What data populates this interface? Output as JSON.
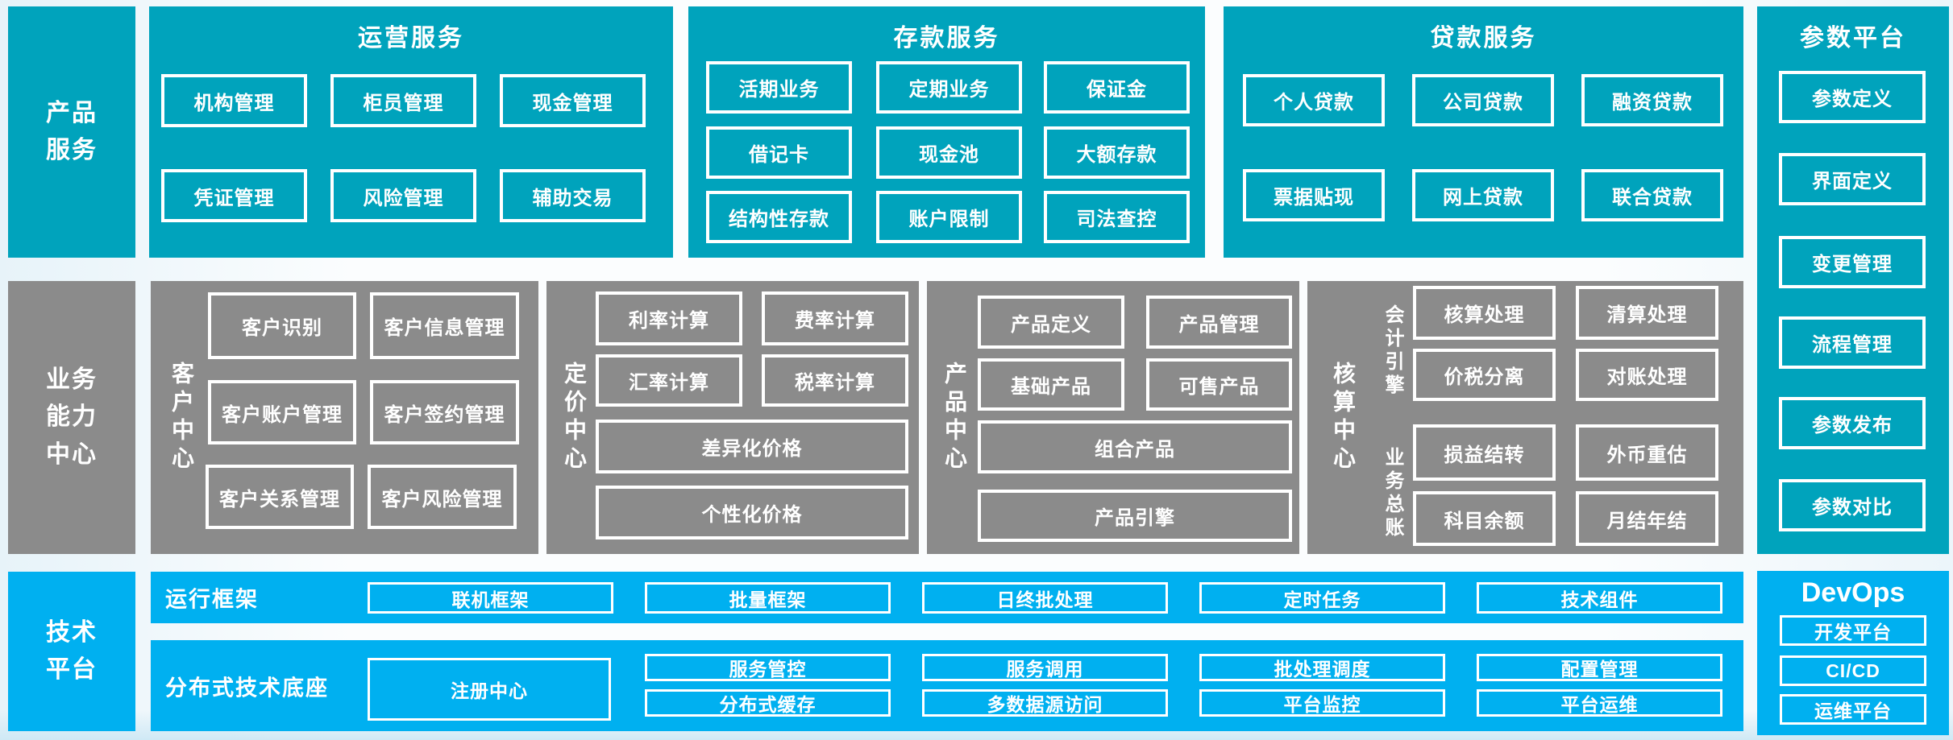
{
  "palette": {
    "teal": "#00a3bc",
    "gray": "#8b8b8b",
    "blue": "#00b0f0",
    "box_border": "#ffffff",
    "background_tint": "#cfe9f5"
  },
  "products": {
    "sidebar": {
      "lines": [
        "产品",
        "服务"
      ]
    },
    "ops": {
      "title": "运营服务",
      "items": [
        "机构管理",
        "柜员管理",
        "现金管理",
        "凭证管理",
        "风险管理",
        "辅助交易"
      ]
    },
    "deposit": {
      "title": "存款服务",
      "items": [
        "活期业务",
        "定期业务",
        "保证金",
        "借记卡",
        "现金池",
        "大额存款",
        "结构性存款",
        "账户限制",
        "司法查控"
      ]
    },
    "loan": {
      "title": "贷款服务",
      "items": [
        "个人贷款",
        "公司贷款",
        "融资贷款",
        "票据贴现",
        "网上贷款",
        "联合贷款"
      ]
    }
  },
  "capability": {
    "sidebar": {
      "lines": [
        "业务",
        "能力",
        "中心"
      ]
    },
    "customer": {
      "label": "客户中心",
      "items": [
        "客户识别",
        "客户信息管理",
        "客户账户管理",
        "客户签约管理",
        "客户关系管理",
        "客户风险管理"
      ]
    },
    "pricing": {
      "label": "定价中心",
      "items": [
        "利率计算",
        "费率计算",
        "汇率计算",
        "税率计算"
      ],
      "wide": [
        "差异化价格",
        "个性化价格"
      ]
    },
    "product_center": {
      "label": "产品中心",
      "items": [
        "产品定义",
        "产品管理",
        "基础产品",
        "可售产品"
      ],
      "wide": [
        "组合产品",
        "产品引擎"
      ]
    },
    "accounting": {
      "label": "核算中心",
      "groups": [
        {
          "label": "会计引擎",
          "items": [
            "核算处理",
            "清算处理",
            "价税分离",
            "对账处理"
          ]
        },
        {
          "label": "业务总账",
          "items": [
            "损益结转",
            "外币重估",
            "科目余额",
            "月结年结"
          ]
        }
      ]
    }
  },
  "tech": {
    "sidebar": {
      "lines": [
        "技术",
        "平台"
      ]
    },
    "runtime": {
      "label": "运行框架",
      "items": [
        "联机框架",
        "批量框架",
        "日终批处理",
        "定时任务",
        "技术组件"
      ]
    },
    "distributed": {
      "label": "分布式技术底座",
      "registry": "注册中心",
      "columns": [
        [
          "服务管控",
          "分布式缓存"
        ],
        [
          "服务调用",
          "多数据源访问"
        ],
        [
          "批处理调度",
          "平台监控"
        ],
        [
          "配置管理",
          "平台运维"
        ]
      ]
    }
  },
  "right": {
    "param": {
      "title": "参数平台",
      "items": [
        "参数定义",
        "界面定义",
        "变更管理",
        "流程管理",
        "参数发布",
        "参数对比"
      ]
    },
    "devops": {
      "title": "DevOps",
      "items": [
        "开发平台",
        "CI/CD",
        "运维平台"
      ]
    }
  }
}
